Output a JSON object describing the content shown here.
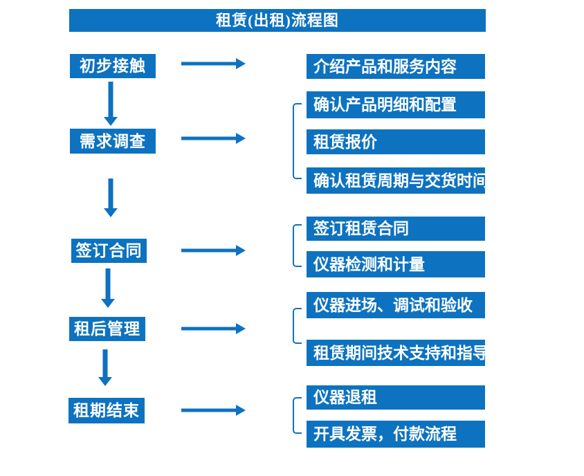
{
  "title": "租赁(出租)流程图",
  "colors": {
    "primary": "#0d72c0",
    "box_text": "#ffffff",
    "background": "#ffffff"
  },
  "stages": [
    {
      "label": "初步接触",
      "outputs": [
        "介绍产品和服务内容"
      ]
    },
    {
      "label": "需求调查",
      "outputs": [
        "确认产品明细和配置",
        "租赁报价",
        "确认租赁周期与交货时间"
      ]
    },
    {
      "label": "签订合同",
      "outputs": [
        "签订租赁合同",
        "仪器检测和计量"
      ]
    },
    {
      "label": "租后管理",
      "outputs": [
        "仪器进场、调试和验收",
        "租赁期间技术支持和指导"
      ]
    },
    {
      "label": "租期结束",
      "outputs": [
        "仪器退租",
        "开具发票，付款流程"
      ]
    }
  ]
}
